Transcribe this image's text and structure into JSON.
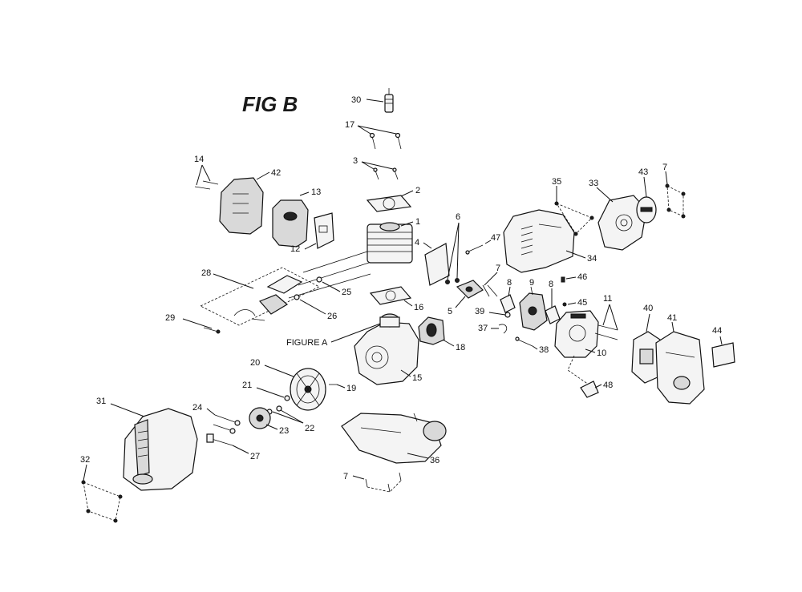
{
  "title": "FIG B",
  "figure_a_label": "FIGURE A",
  "callouts": {
    "n1": "1",
    "n2": "2",
    "n3": "3",
    "n4": "4",
    "n5": "5",
    "n6": "6",
    "n7a": "7",
    "n7b": "7",
    "n7c": "7",
    "n8a": "8",
    "n8b": "8",
    "n9": "9",
    "n10": "10",
    "n11": "11",
    "n12": "12",
    "n13": "13",
    "n14": "14",
    "n15": "15",
    "n16": "16",
    "n17": "17",
    "n18": "18",
    "n19": "19",
    "n20": "20",
    "n21": "21",
    "n22": "22",
    "n23": "23",
    "n24": "24",
    "n25": "25",
    "n26": "26",
    "n27": "27",
    "n28": "28",
    "n29": "29",
    "n30": "30",
    "n31": "31",
    "n32": "32",
    "n33": "33",
    "n34": "34",
    "n35": "35",
    "n36": "36",
    "n37": "37",
    "n38": "38",
    "n39": "39",
    "n40": "40",
    "n41": "41",
    "n42": "42",
    "n43": "43",
    "n44": "44",
    "n45": "45",
    "n46": "46",
    "n47": "47",
    "n48": "48"
  }
}
